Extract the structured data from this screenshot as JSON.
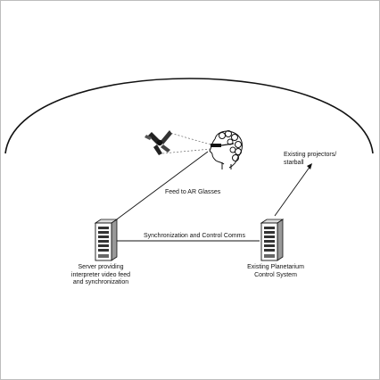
{
  "diagram": {
    "labels": {
      "server": "Server providing\ninterpreter video feed\nand synchronization",
      "control_system": "Existing Planetarium\nControl System",
      "projectors": "Existing projectors/\nstarball",
      "feed": "Feed to AR Glasses",
      "sync": "Synchronization and Control Comms"
    },
    "colors": {
      "line": "#111111",
      "server_body": "#ffffff",
      "border": "#bdbdbd"
    },
    "icons": [
      "server-icon",
      "person-head-icon",
      "ar-glasses-icon",
      "interpreter-figure-icon"
    ]
  }
}
